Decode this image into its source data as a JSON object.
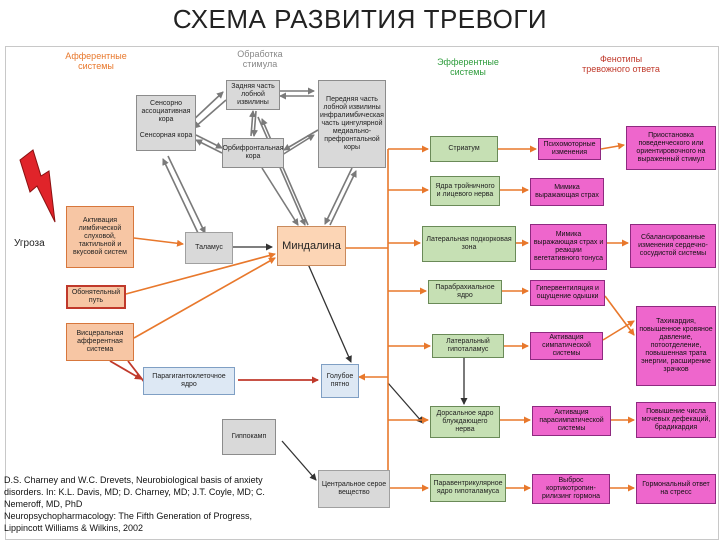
{
  "title": "СХЕМА РАЗВИТИЯ ТРЕВОГИ",
  "headers": {
    "afferent": "Афферентные системы",
    "processing": "Обработка стимула",
    "efferent": "Эфферентные системы",
    "phenotypes": "Фенотипы тревожного ответа"
  },
  "threat_label": "Угроза",
  "boxes": {
    "sensory_assoc": "Сенсорно ассоциативная кора",
    "sensory_cortex": "Сенсорная кора",
    "entorhinal": "Задняя часть лобной извилины",
    "prefrontal": "Передняя часть лобной извилины инфралимбическая часть цингулярной медиально-префронтальной коры",
    "orbitofrontal": "Орбифронтальная кора",
    "afferent_inputs": "Активация лимбической слуховой, тактильной и вкусовой систем",
    "thalamus": "Таламус",
    "amygdala": "Миндалина",
    "olfactory": "Обонятельный путь",
    "visceral": "Висцеральная афферентная система",
    "paragigantocellular": "Парагигантоклеточное ядро",
    "locus": "Голубое пятно",
    "hippocampus": "Гиппокамп",
    "central_gray": "Центральное серое вещество",
    "striatum": "Стриатум",
    "trigeminal": "Ядра тройничного и лицевого нерва",
    "lateral_bed": "Латеральная подкорковая зона",
    "parabrachial": "Парабрахиальное ядро",
    "lat_hypo": "Латеральный гипоталамус",
    "dorsal_vagus": "Дорсальное ядро блуждающего нерва",
    "pvn": "Паравентрикулярное ядро гипоталамуса",
    "e1": "Психомоторные изменения",
    "e2": "Мимика выражающая страх",
    "e3": "Мимика выражающая страх и реакции вегетативного тонуса",
    "e4": "Гипервентиляция и ощущение одышки",
    "e5": "Активация симпатической системы",
    "e6": "Активация парасимпатической системы",
    "e7": "Выброс кортикотропин-рилизинг гормона",
    "p1": "Приостановка поведенческого или ориентировочного на выраженный стимул",
    "p2": "Сбалансированные изменения сердечно-сосудистой системы",
    "p3": "Тахикардия, повышенное кровяное давление, потоотделение, повышенная трата энергии, расширение зрачков",
    "p4": "Повышение числа мочевых дефекаций, брадикардия",
    "p5": "Гормональный ответ на стресс"
  },
  "citation": [
    "D.S. Charney and W.C. Drevets, Neurobiological basis of anxiety",
    "disorders. In: K.L. Davis, MD; D. Charney, MD; J.T. Coyle, MD; C.",
    "Nemeroff, MD, PhD",
    "Neuropsychopharmacology: The Fifth Generation of Progress,",
    "Lippincott Williams & Wilkins, 2002"
  ],
  "colors": {
    "gray_box": "#d9d9d9",
    "green_box": "#c6e0b4",
    "blue_box": "#dde8f4",
    "orange_box": "#f7c6a4",
    "pink_box": "#ee66cc",
    "orange_arrow": "#e8782c",
    "red_arrow": "#c0392b",
    "afferent_header": "#e8782c",
    "processing_header": "#888888",
    "efferent_header": "#2e9c3c",
    "phenotype_header": "#c0392b"
  }
}
